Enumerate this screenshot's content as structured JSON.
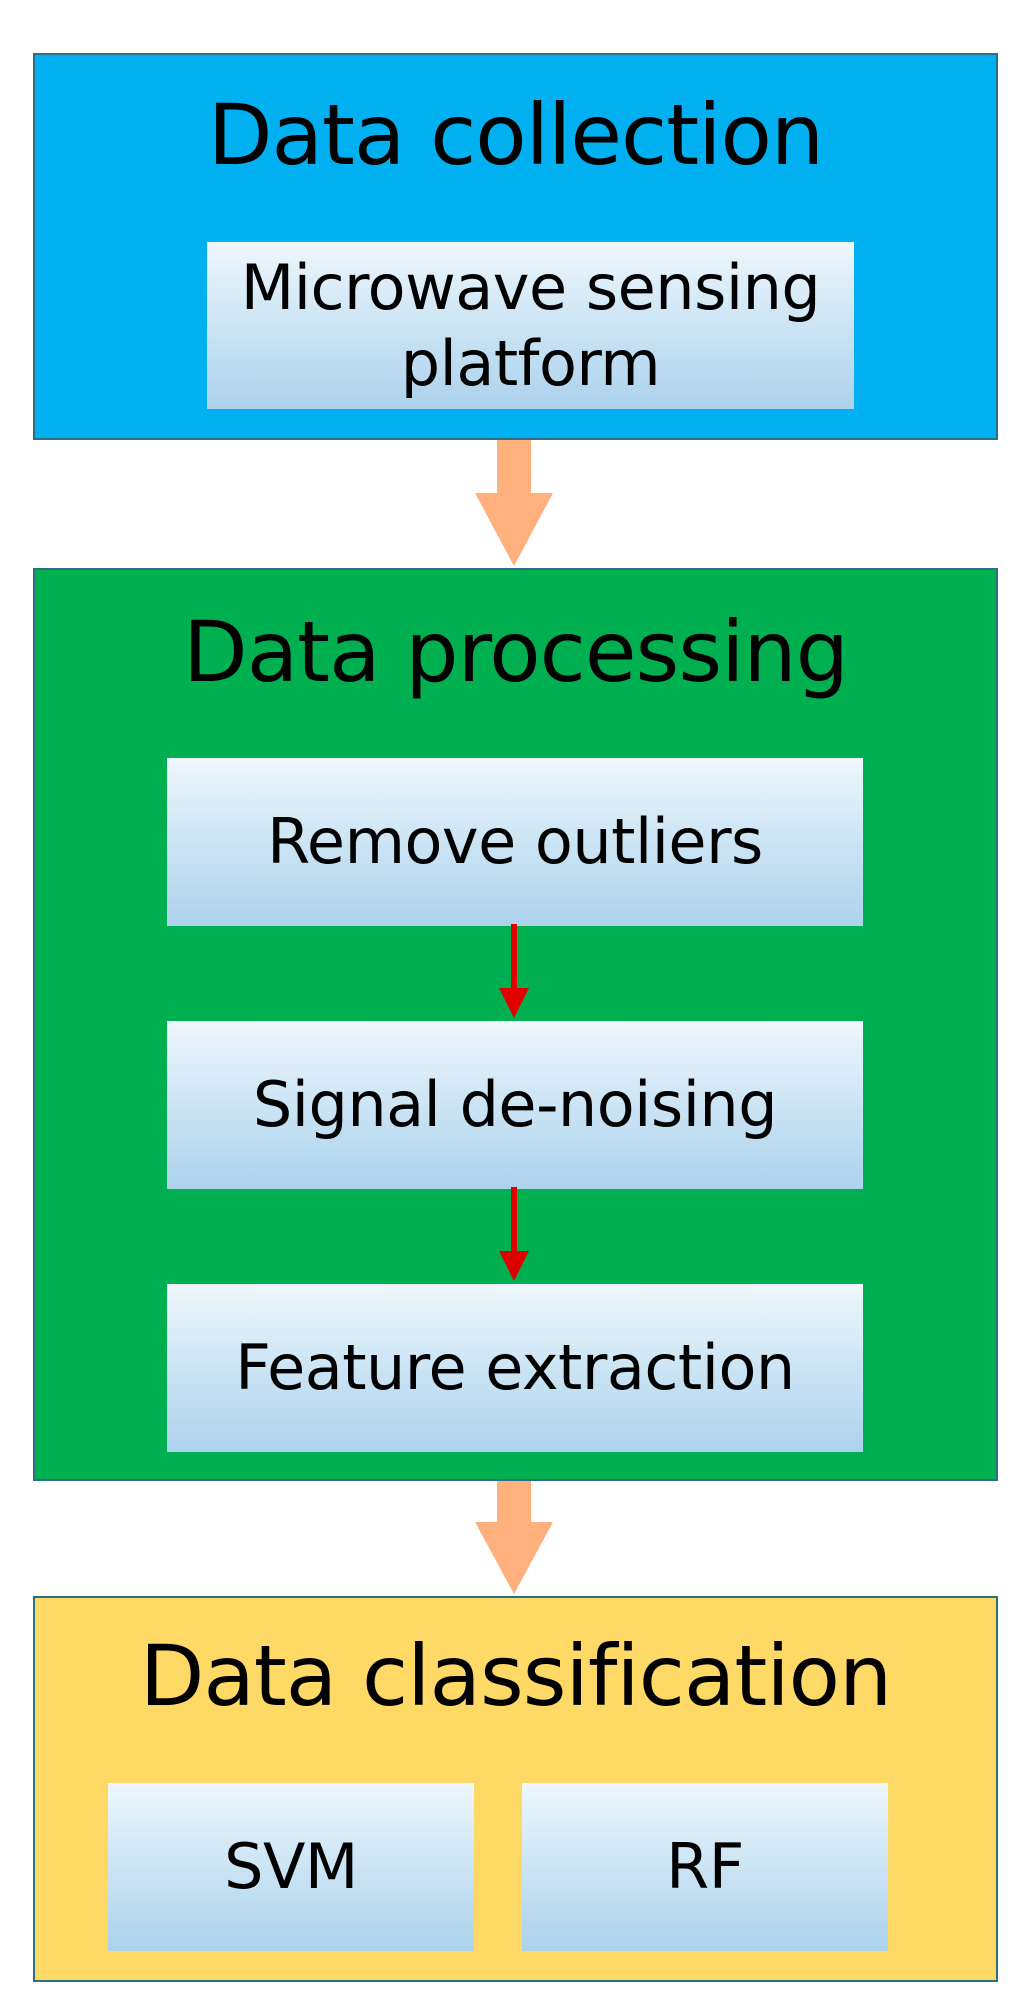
{
  "stages": {
    "collection": {
      "title": "Data collection",
      "color": "#00b0f0",
      "boxes": {
        "platform_line1": "Microwave sensing",
        "platform_line2": "platform"
      }
    },
    "processing": {
      "title": "Data processing",
      "color": "#00b050",
      "steps": [
        "Remove outliers",
        "Signal de-noising",
        "Feature extraction"
      ]
    },
    "classification": {
      "title": "Data classification",
      "color": "#ffd966",
      "methods": [
        "SVM",
        "RF"
      ]
    }
  },
  "colors": {
    "stage_arrow": "#ffb07c",
    "step_arrow": "#e00000",
    "border": "#2a6f86"
  },
  "icons": {
    "stage_arrow": "block-arrow-down-icon",
    "step_arrow": "thin-arrow-down-icon"
  }
}
